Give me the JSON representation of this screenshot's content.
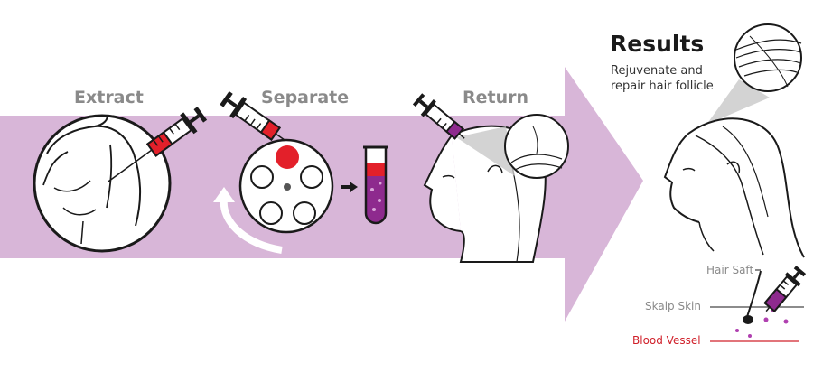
{
  "steps": [
    {
      "label": "Extract"
    },
    {
      "label": "Separate"
    },
    {
      "label": "Return"
    }
  ],
  "results": {
    "title": "Results",
    "description": "Rejuvenate and repair hair follicle"
  },
  "hair_diagram": {
    "hair_shaft": "Hair Saft",
    "scalp_skin": "Skalp Skin",
    "blood_vessel": "Blood Vessel"
  },
  "colors": {
    "arrow": "#d8b6d8",
    "blood": "#e3202a",
    "plasma": "#8e2a8e",
    "ink": "#1a1a1a",
    "label_gray": "#8a8a8a",
    "vessel": "#d0202a"
  }
}
